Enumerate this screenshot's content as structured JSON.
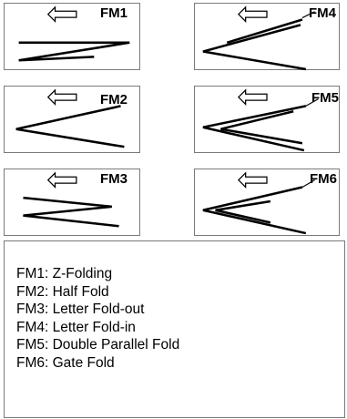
{
  "panels": [
    {
      "id": "fm1",
      "label": "FM1"
    },
    {
      "id": "fm2",
      "label": "FM2"
    },
    {
      "id": "fm3",
      "label": "FM3"
    },
    {
      "id": "fm4",
      "label": "FM4"
    },
    {
      "id": "fm5",
      "label": "FM5"
    },
    {
      "id": "fm6",
      "label": "FM6"
    }
  ],
  "legend": [
    "FM1: Z-Folding",
    "FM2: Half Fold",
    "FM3: Letter Fold-out",
    "FM4: Letter Fold-in",
    "FM5: Double Parallel Fold",
    "FM6: Gate Fold"
  ]
}
